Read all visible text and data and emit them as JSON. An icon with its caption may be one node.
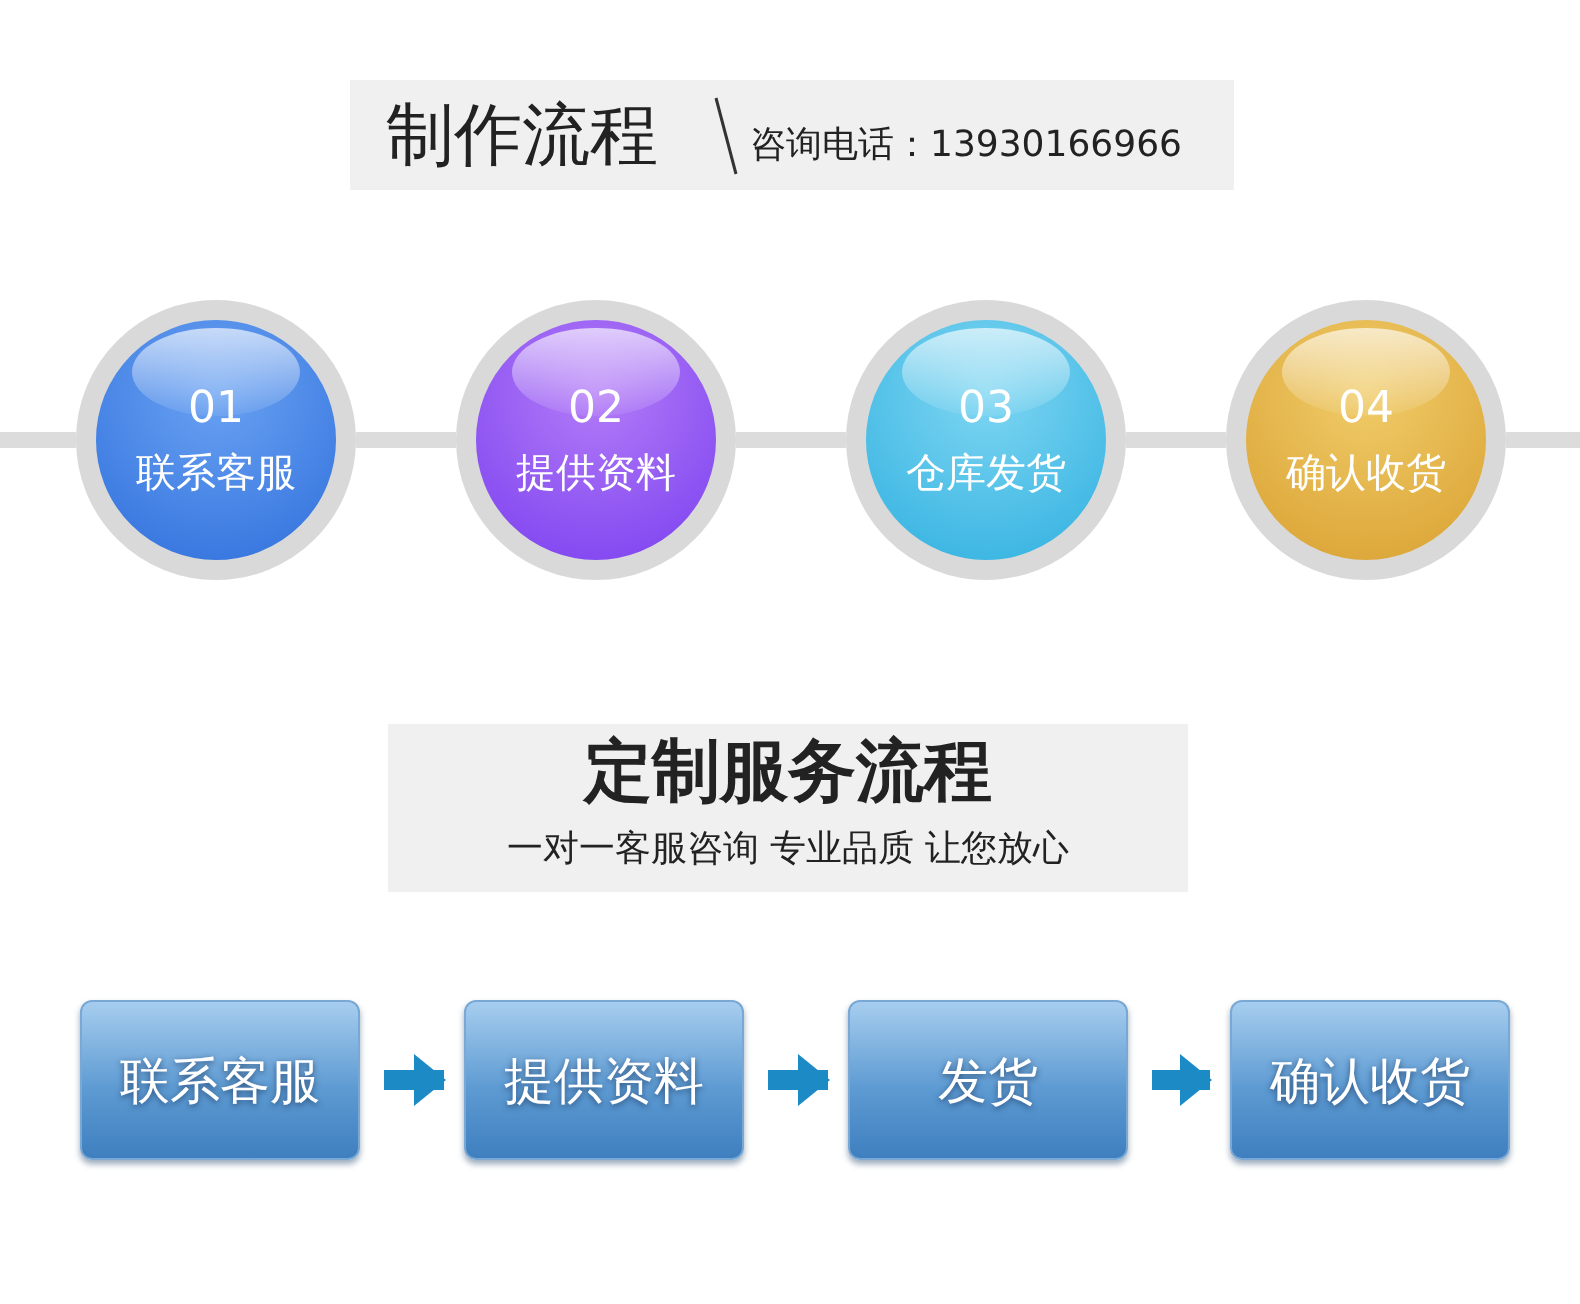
{
  "diagram": {
    "nodes": [
      {
        "text": [
          "制作流程",
          "咨询电话：13930166966"
        ]
      },
      {
        "text": [
          "01",
          "联系客服"
        ]
      },
      {
        "text": [
          "02",
          "提供资料"
        ]
      },
      {
        "text": [
          "03",
          "仓库发货"
        ]
      },
      {
        "text": [
          "04",
          "确认收货"
        ]
      },
      {
        "text": [
          "定制服务流程",
          "一对一客服咨询 专业品质 让您放心"
        ]
      },
      {
        "text": [
          "联系客服"
        ]
      },
      {
        "text": [
          "提供资料"
        ]
      },
      {
        "text": [
          "发货"
        ]
      },
      {
        "text": [
          "确认收货"
        ]
      }
    ],
    "edges": [
      {
        "from": null,
        "to": 1,
        "arrow": "none"
      },
      {
        "from": 1,
        "to": 2,
        "arrow": "none"
      },
      {
        "from": 2,
        "to": 3,
        "arrow": "none"
      },
      {
        "from": 3,
        "to": 4,
        "arrow": "none"
      },
      {
        "from": 4,
        "to": null,
        "arrow": "none"
      },
      {
        "from": 6,
        "to": 7,
        "arrow": "to",
        "color": "#1c8ac4"
      },
      {
        "from": 7,
        "to": 8,
        "arrow": "to",
        "color": "#1c8ac4"
      },
      {
        "from": 8,
        "to": 9,
        "arrow": "to",
        "color": "#1c8ac4"
      }
    ]
  }
}
